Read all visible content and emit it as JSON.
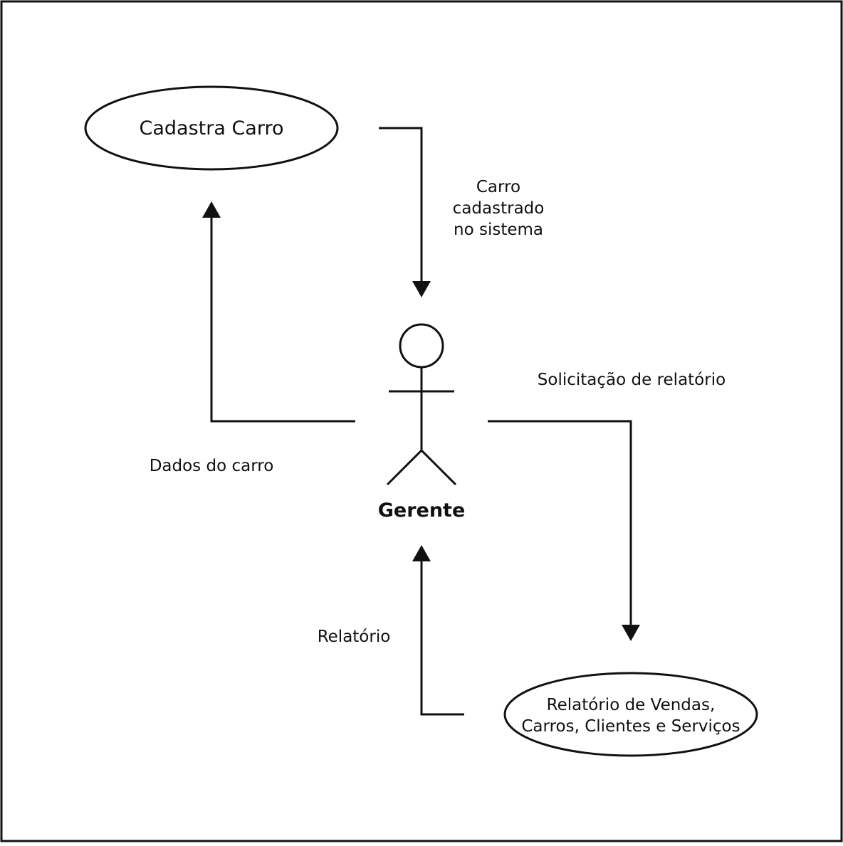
{
  "diagram": {
    "type": "use-case context diagram",
    "actor": {
      "name": "Gerente",
      "icon": "stick-figure-icon"
    },
    "use_cases": [
      {
        "id": "uc1",
        "lines": [
          "Cadastra Carro"
        ]
      },
      {
        "id": "uc2",
        "lines": [
          "Relatório de Vendas,",
          "Carros, Clientes e Serviços"
        ]
      }
    ],
    "flows": [
      {
        "id": "f1",
        "from": "actor",
        "to": "uc1",
        "lines": [
          "Dados do carro"
        ]
      },
      {
        "id": "f2",
        "from": "uc1",
        "to": "actor",
        "lines": [
          "Carro",
          "cadastrado",
          "no sistema"
        ]
      },
      {
        "id": "f3",
        "from": "actor",
        "to": "uc2",
        "lines": [
          "Solicitação de relatório"
        ]
      },
      {
        "id": "f4",
        "from": "uc2",
        "to": "actor",
        "lines": [
          "Relatório"
        ]
      }
    ],
    "colors": {
      "ink": "#111111",
      "background": "#ffffff"
    }
  }
}
